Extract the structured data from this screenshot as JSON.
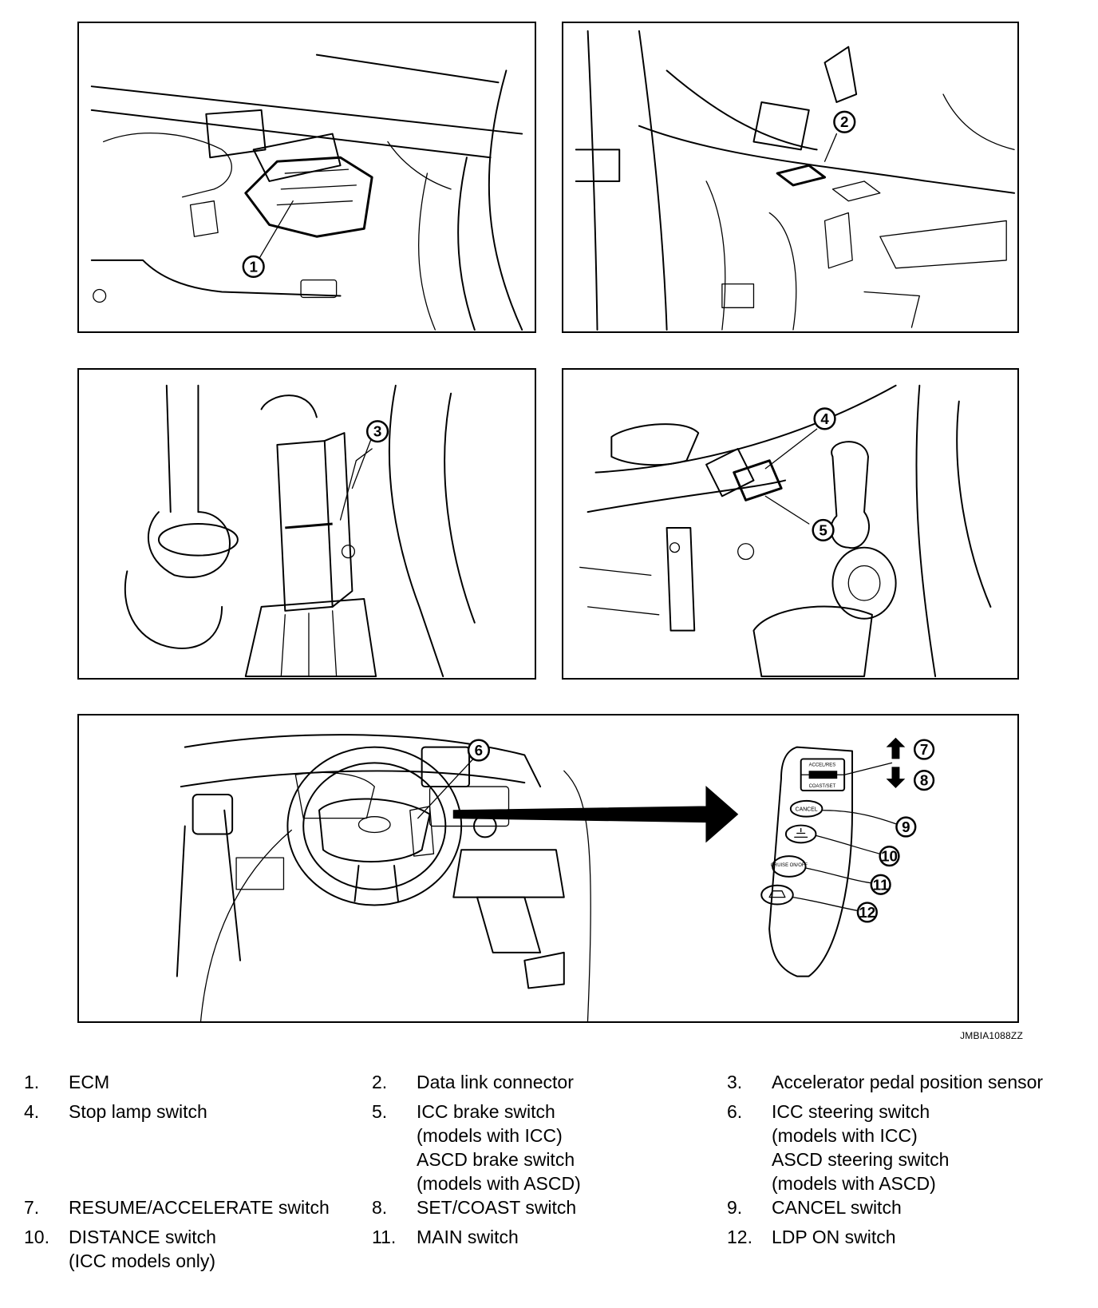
{
  "panels": {
    "p1": {
      "callout": "1"
    },
    "p2": {
      "callout": "2"
    },
    "p3": {
      "callout": "3"
    },
    "p4": {
      "callouts": [
        "4",
        "5"
      ]
    },
    "p5": {
      "callouts": [
        "6",
        "7",
        "8",
        "9",
        "10",
        "11",
        "12"
      ],
      "switch_labels": {
        "top": "ACCEL/RES",
        "bottom": "COAST/SET",
        "cancel": "CANCEL",
        "main": "CRUISE ON/OFF"
      }
    }
  },
  "reference_code": "JMBIA1088ZZ",
  "legend": [
    {
      "num": "1.",
      "lines": [
        "ECM"
      ]
    },
    {
      "num": "2.",
      "lines": [
        "Data link connector"
      ]
    },
    {
      "num": "3.",
      "lines": [
        "Accelerator pedal position sensor"
      ]
    },
    {
      "num": "4.",
      "lines": [
        "Stop lamp switch"
      ]
    },
    {
      "num": "5.",
      "lines": [
        "ICC brake switch",
        "(models with ICC)",
        "ASCD brake switch",
        "(models with ASCD)"
      ]
    },
    {
      "num": "6.",
      "lines": [
        "ICC steering switch",
        "(models with ICC)",
        "ASCD steering switch",
        "(models with ASCD)"
      ]
    },
    {
      "num": "7.",
      "lines": [
        "RESUME/ACCELERATE switch"
      ]
    },
    {
      "num": "8.",
      "lines": [
        "SET/COAST switch"
      ]
    },
    {
      "num": "9.",
      "lines": [
        "CANCEL switch"
      ]
    },
    {
      "num": "10.",
      "lines": [
        "DISTANCE switch",
        "(ICC models only)"
      ]
    },
    {
      "num": "11.",
      "lines": [
        "MAIN switch"
      ]
    },
    {
      "num": "12.",
      "lines": [
        "LDP ON switch"
      ]
    }
  ]
}
